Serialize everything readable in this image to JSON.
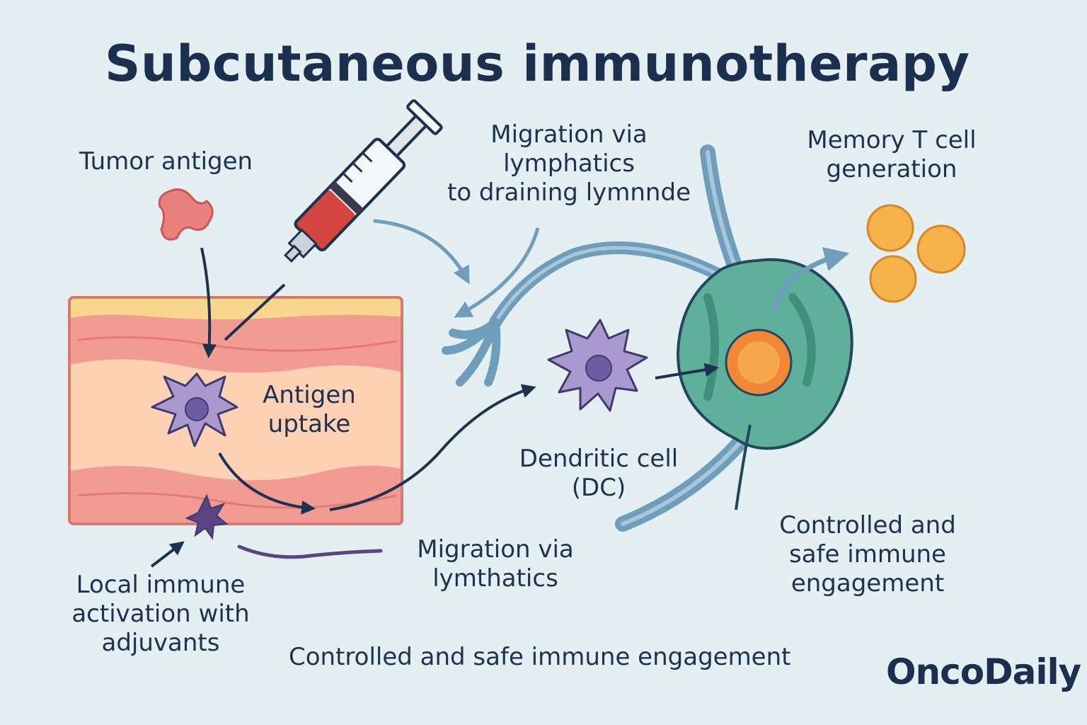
{
  "title": "Subcutaneous immunotherapy",
  "labels": {
    "tumor_antigen": "Tumor antigen",
    "migration_top": [
      "Migration via",
      "lymphatics",
      "to draining lymnnde"
    ],
    "memory_t_cell": [
      "Memory T cell",
      "generation"
    ],
    "antigen_uptake": [
      "Antigen",
      "uptake"
    ],
    "dendritic_cell": [
      "Dendritic cell",
      "(DC)"
    ],
    "controlled_right": [
      "Controlled and",
      "safe immune",
      "engagement"
    ],
    "migration_bottom": [
      "Migration via",
      "lymthatics"
    ],
    "local_immune": [
      "Local immune",
      "activation with",
      "adjuvants"
    ],
    "controlled_bottom": "Controlled and safe immune engagement"
  },
  "brand": "OncoDaily",
  "colors": {
    "background": "#e4eff2",
    "text": "#1d3150",
    "skin_top": "#f8d68e",
    "skin_epidermis": "#f29b92",
    "skin_dermis": "#fcd1b4",
    "dendritic_cell": "#a999cf",
    "lymph_node": "#5fb09a",
    "t_cell": "#f08838",
    "memory_t_cell": "#f6b24a",
    "lymph_vessel": "#6e9ebc",
    "antigen": "#e9807c",
    "syringe_fluid": "#d4453f"
  },
  "icons": [
    "syringe-icon",
    "tumor-antigen-icon",
    "dendritic-cell-icon",
    "lymph-node-icon",
    "t-cell-icon",
    "memory-t-cell-icon",
    "adjuvant-icon"
  ]
}
